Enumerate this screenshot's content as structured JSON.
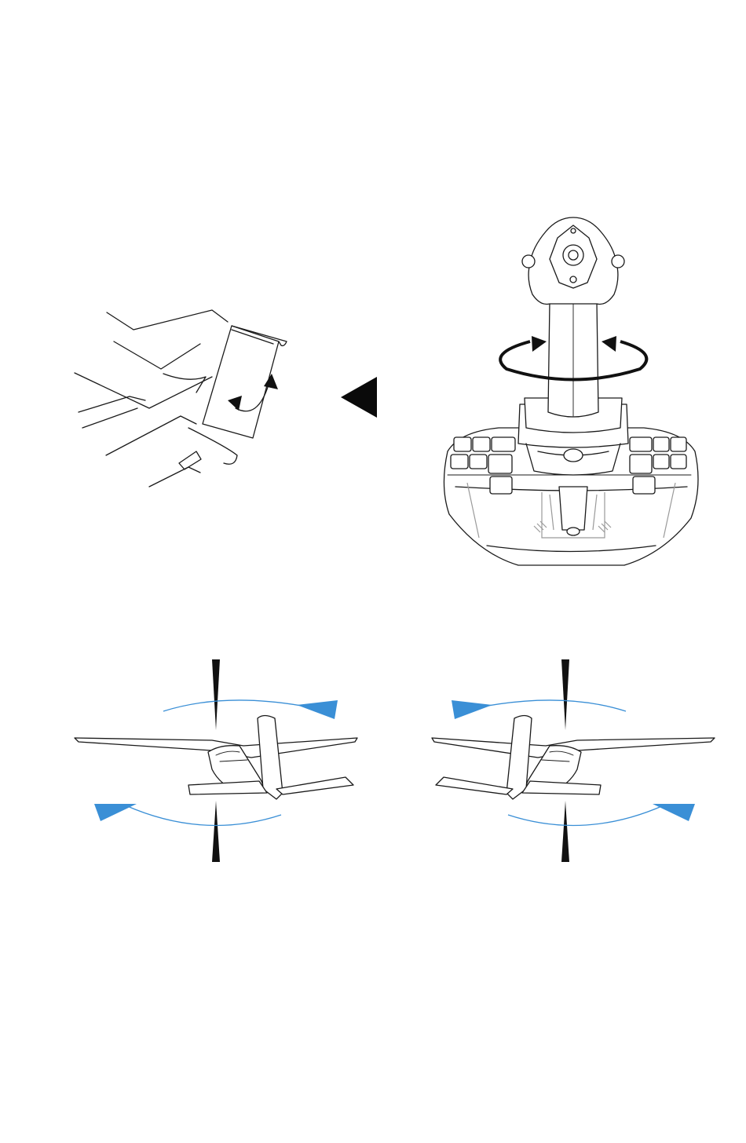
{
  "figure": {
    "type": "instruction-illustration",
    "panels": [
      {
        "id": "hand-twist",
        "icon": "hand-rotating-grip-icon"
      },
      {
        "id": "pointer",
        "icon": "pointer-triangle-icon"
      },
      {
        "id": "joystick",
        "icon": "joystick-twist-icon"
      },
      {
        "id": "yaw-left",
        "icon": "airplane-yaw-left-icon"
      },
      {
        "id": "yaw-right",
        "icon": "airplane-yaw-right-icon"
      }
    ],
    "colors": {
      "line": "#1a1a1a",
      "accent_blue": "#3a8fd6",
      "panel_gray": "#9a9a9a"
    }
  }
}
